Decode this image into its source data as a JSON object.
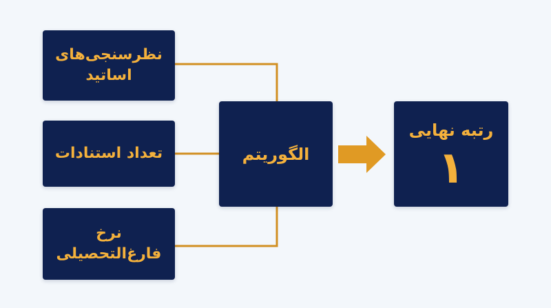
{
  "inputs": [
    {
      "lines": [
        "نظرسنجی‌های",
        "اساتید"
      ]
    },
    {
      "lines": [
        "تعداد استنادات"
      ]
    },
    {
      "lines": [
        "نرخ",
        "فارغ‌التحصیلی"
      ]
    }
  ],
  "algorithm": {
    "label": "الگوریتم"
  },
  "output": {
    "label": "رتبه نهایی",
    "value": "۱"
  },
  "colors": {
    "background": "#f3f7fb",
    "box": "#0f2150",
    "text": "#f4b13c",
    "connector": "#d18f21",
    "arrow": "#e09a24"
  }
}
